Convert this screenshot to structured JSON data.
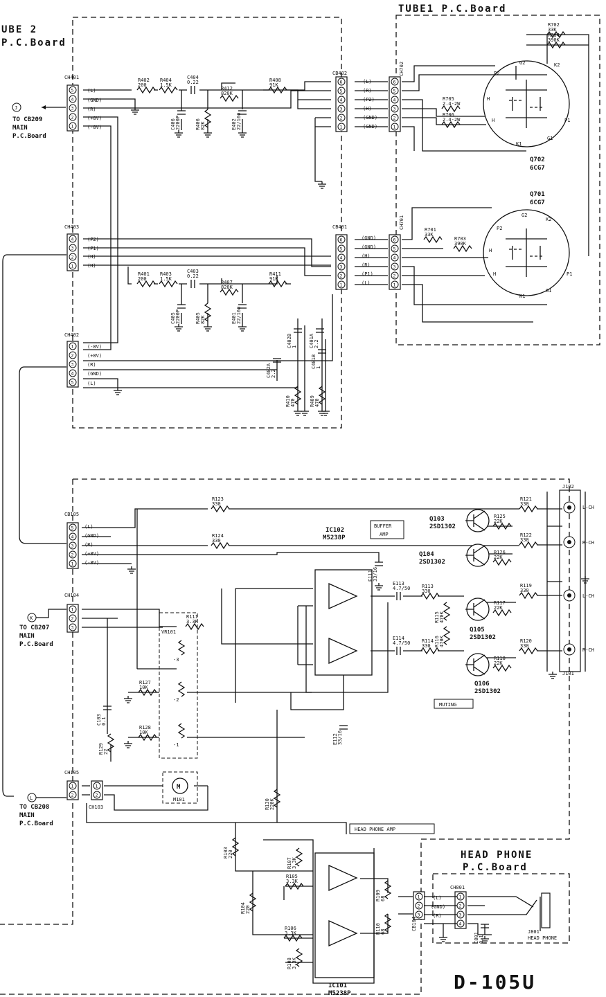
{
  "document": {
    "model": "D-105U",
    "boards": {
      "tube2": "UBE 2",
      "tube2_sub": "P.C.Board",
      "tube1": "TUBE1  P.C.Board",
      "headphone": "HEAD PHONE",
      "headphone_sub": "P.C.Board"
    },
    "connections": [
      {
        "marker": "J",
        "line1": "TO CB209",
        "line2": "MAIN",
        "line3": "P.C.Board"
      },
      {
        "marker": "K",
        "line1": "TO CB207",
        "line2": "MAIN",
        "line3": "P.C.Board"
      },
      {
        "marker": "L",
        "line1": "TO CB208",
        "line2": "MAIN",
        "line3": "P.C.Board"
      }
    ],
    "connectors": [
      "CH401",
      "CH403",
      "CH402",
      "CB402",
      "CB401",
      "CH702",
      "CH701",
      "CB105",
      "CH104",
      "CH105",
      "CH103",
      "CB104",
      "CH801"
    ],
    "signals": {
      "L": "(L)",
      "GND": "(GND)",
      "R": "(R)",
      "P8": "(+8V)",
      "M8": "(-8V)",
      "P2": "(P2)",
      "P1": "(P1)",
      "H": "(H)"
    },
    "tubes": [
      {
        "ref": "Q702",
        "type": "6CG7",
        "pins": [
          "G2",
          "K2",
          "P2",
          "H",
          "H",
          "P1",
          "K1",
          "G1"
        ]
      },
      {
        "ref": "Q701",
        "type": "6CG7",
        "pins": [
          "G2",
          "K2",
          "P2",
          "H",
          "H",
          "P1",
          "K1",
          "G1"
        ]
      }
    ],
    "tube_parts": [
      {
        "ref": "R702",
        "val": "33K"
      },
      {
        "ref": "R704",
        "val": "390K"
      },
      {
        "ref": "R705",
        "val": "2.4-2W"
      },
      {
        "ref": "R706",
        "val": "2.4-2W"
      },
      {
        "ref": "R701",
        "val": "33K"
      },
      {
        "ref": "R703",
        "val": "390K"
      }
    ],
    "tube2_parts": [
      {
        "ref": "R402",
        "val": "200"
      },
      {
        "ref": "R404",
        "val": "1.5K"
      },
      {
        "ref": "C404",
        "val": "0.22"
      },
      {
        "ref": "C406",
        "val": "2200P"
      },
      {
        "ref": "R406",
        "val": "82K"
      },
      {
        "ref": "R412",
        "val": "820K"
      },
      {
        "ref": "E402",
        "val": "22/160"
      },
      {
        "ref": "R408",
        "val": "91K"
      },
      {
        "ref": "R401",
        "val": "200"
      },
      {
        "ref": "R403",
        "val": "1.5K"
      },
      {
        "ref": "C403",
        "val": "0.22"
      },
      {
        "ref": "C405",
        "val": "2200P"
      },
      {
        "ref": "R405",
        "val": "82K"
      },
      {
        "ref": "R407",
        "val": "820K"
      },
      {
        "ref": "E401",
        "val": "22/160"
      },
      {
        "ref": "R411",
        "val": "91K"
      },
      {
        "ref": "C402B",
        "val": "1"
      },
      {
        "ref": "C401A",
        "val": "2.2"
      },
      {
        "ref": "C402A",
        "val": "2.2"
      },
      {
        "ref": "C401B",
        "val": "1"
      },
      {
        "ref": "R410",
        "val": "470"
      },
      {
        "ref": "R409",
        "val": "470"
      }
    ],
    "main_parts": [
      {
        "ref": "R123",
        "val": "330"
      },
      {
        "ref": "R124",
        "val": "330"
      },
      {
        "ref": "IC102",
        "val": "M5238P"
      },
      {
        "ref": "E111",
        "val": "33/16"
      },
      {
        "ref": "E113",
        "val": "4.7/50"
      },
      {
        "ref": "E114",
        "val": "4.7/50"
      },
      {
        "ref": "R113",
        "val": "330"
      },
      {
        "ref": "R114",
        "val": "330"
      },
      {
        "ref": "R115",
        "val": "470K"
      },
      {
        "ref": "R116",
        "val": "470K"
      },
      {
        "ref": "R111",
        "val": "3.3K"
      },
      {
        "ref": "VR101",
        "val": ""
      },
      {
        "ref": "R127",
        "val": "10K"
      },
      {
        "ref": "R128",
        "val": "10K"
      },
      {
        "ref": "C103",
        "val": "0.1"
      },
      {
        "ref": "R129",
        "val": "22"
      },
      {
        "ref": "E112",
        "val": "33/16"
      },
      {
        "ref": "M101",
        "val": ""
      },
      {
        "ref": "R130",
        "val": "220K"
      },
      {
        "ref": "R121",
        "val": "330"
      },
      {
        "ref": "R122",
        "val": "330"
      },
      {
        "ref": "R125",
        "val": "22K"
      },
      {
        "ref": "R126",
        "val": "22K"
      },
      {
        "ref": "R117",
        "val": "22K"
      },
      {
        "ref": "R118",
        "val": "22K"
      },
      {
        "ref": "R119",
        "val": "330"
      },
      {
        "ref": "R120",
        "val": "330"
      }
    ],
    "transistors": [
      {
        "ref": "Q103",
        "type": "2SD1302"
      },
      {
        "ref": "Q104",
        "type": "2SD1302"
      },
      {
        "ref": "Q105",
        "type": "2SD1302"
      },
      {
        "ref": "Q106",
        "type": "2SD1302"
      }
    ],
    "hp_parts": [
      {
        "ref": "R103",
        "val": "220"
      },
      {
        "ref": "R104",
        "val": "220"
      },
      {
        "ref": "R107",
        "val": "3.3K"
      },
      {
        "ref": "R105",
        "val": "3.3K"
      },
      {
        "ref": "R106",
        "val": "3.3K"
      },
      {
        "ref": "R108",
        "val": "3.3K"
      },
      {
        "ref": "R109",
        "val": "68"
      },
      {
        "ref": "R110",
        "val": "68"
      },
      {
        "ref": "IC101",
        "val": "M5238P"
      },
      {
        "ref": "C801",
        "val": "0.1"
      }
    ],
    "jacks": {
      "J102": "J102",
      "J101": "J101",
      "LCH": "L-CH",
      "RCH": "R-CH",
      "J801": "J801",
      "J801_label": "HEAD PHONE"
    },
    "boxes": {
      "buffer": "BUFFER",
      "buffer2": "AMP",
      "muting": "MUTING",
      "hpamp": "HEAD PHONE AMP"
    },
    "vr_taps": [
      "-3",
      "-2",
      "-1"
    ]
  }
}
